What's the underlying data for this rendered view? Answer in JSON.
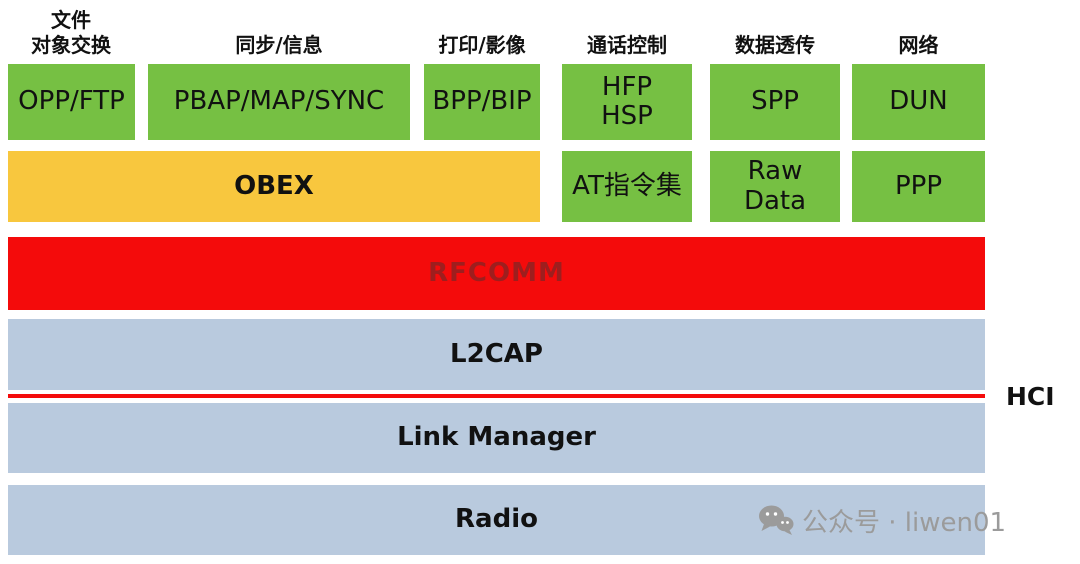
{
  "diagram": {
    "headers": [
      {
        "label": "文件\n对象交换"
      },
      {
        "label": "同步/信息"
      },
      {
        "label": "打印/影像"
      },
      {
        "label": "通话控制"
      },
      {
        "label": "数据透传"
      },
      {
        "label": "网络"
      }
    ],
    "profiles": [
      {
        "label": "OPP/FTP"
      },
      {
        "label": "PBAP/MAP/SYNC"
      },
      {
        "label": "BPP/BIP"
      },
      {
        "label": "HFP\nHSP"
      },
      {
        "label": "SPP"
      },
      {
        "label": "DUN"
      }
    ],
    "transport": [
      {
        "label": "OBEX"
      },
      {
        "label": "AT指令集"
      },
      {
        "label": "Raw\nData"
      },
      {
        "label": "PPP"
      }
    ],
    "layers": {
      "rfcomm": "RFCOMM",
      "l2cap": "L2CAP",
      "link_manager": "Link Manager",
      "radio": "Radio"
    },
    "hci": "HCI"
  },
  "colors": {
    "green": "#76c043",
    "yellow": "#f8c73e",
    "red": "#f40b0b",
    "blue_gray": "#b9cade",
    "rfcomm_text": "#9e1e1e"
  },
  "watermark": {
    "text": "公众号 · liwen01"
  }
}
